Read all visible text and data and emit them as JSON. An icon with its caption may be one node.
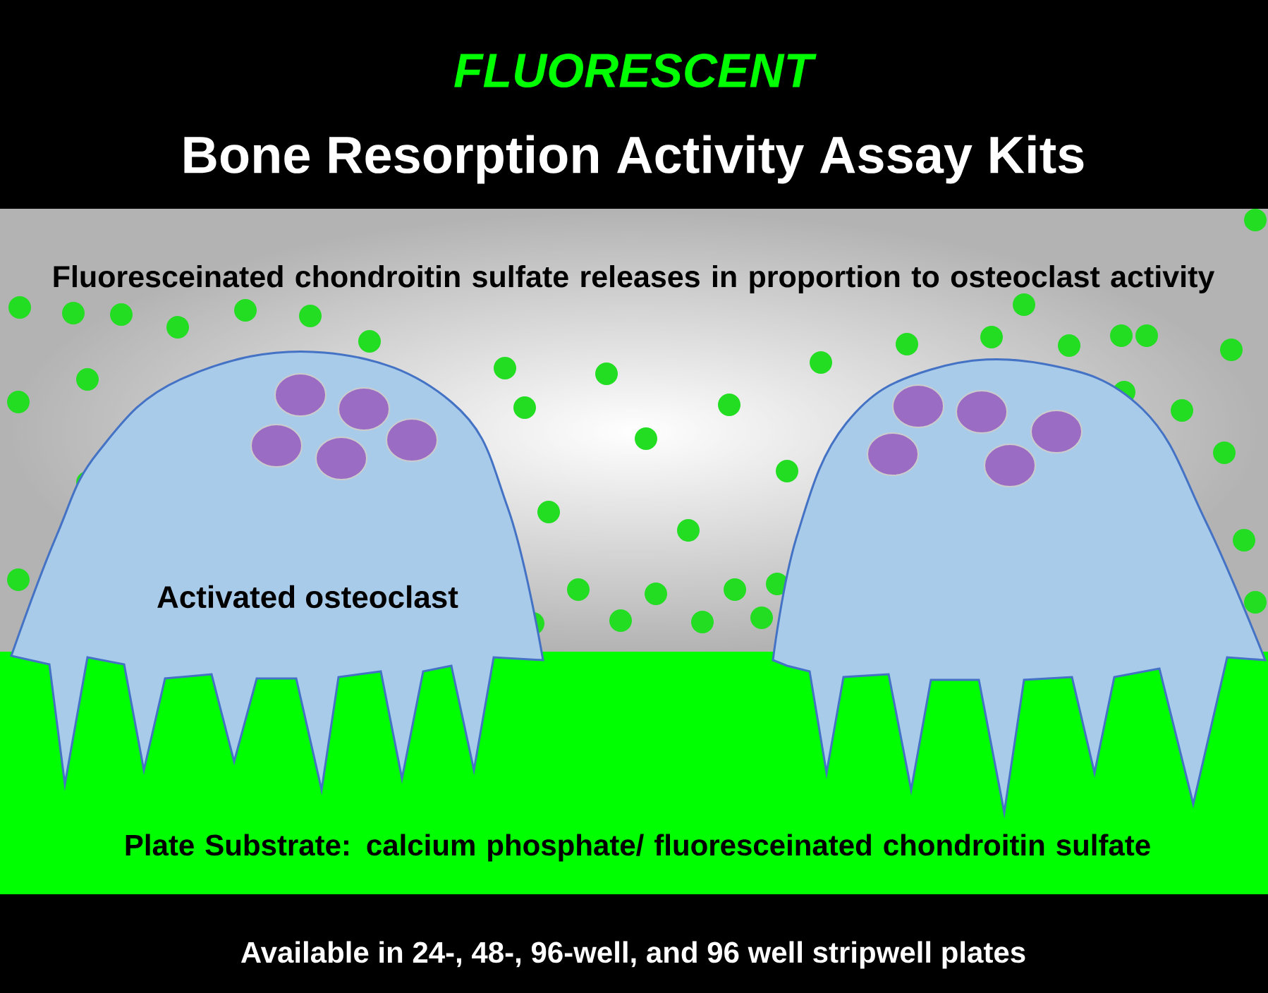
{
  "diagram": {
    "title": "Bone Resorption Activity Assay Kits",
    "nodes": [
      {
        "text": [
          "Plate Substrate: calcium phosphate/ fluoresceinated chondroitin sulfate"
        ]
      },
      {
        "text": [
          "Activated osteoclast"
        ]
      },
      {
        "text": [],
        "shape": "cloud"
      }
    ],
    "labels": [
      "FLUORESCENT",
      "Fluoresceinated chondroitin sulfate releases in proportion to osteoclast activity",
      "Available in 24-, 48-, 96-well, and 96 well stripwell plates"
    ]
  }
}
